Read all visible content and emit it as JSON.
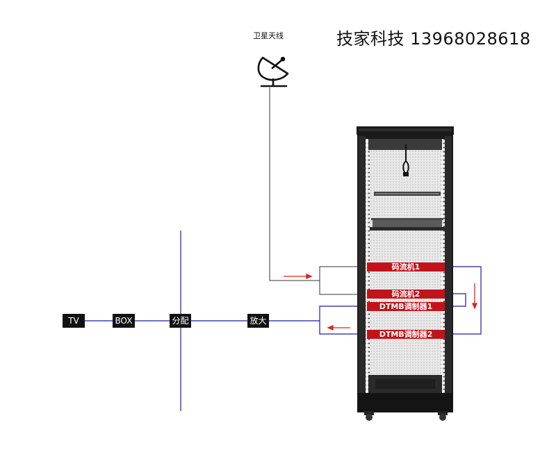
{
  "header": {
    "company": "技家科技 13968028618"
  },
  "antenna": {
    "label": "卫星天线",
    "icon": "satellite-dish-icon"
  },
  "chain": {
    "tv": "TV",
    "box": "BOX",
    "splitter": "分配",
    "amplifier": "放大"
  },
  "rack": {
    "devices": [
      "码流机1",
      "码流机2",
      "DTMB调制器1",
      "DTMB调制器2"
    ]
  },
  "colors": {
    "signal_line": "#1a1aa8",
    "arrow": "#e02020",
    "device_bar": "#c1141a",
    "rack_body": "#1a1a1a",
    "feed_line": "#333333"
  }
}
